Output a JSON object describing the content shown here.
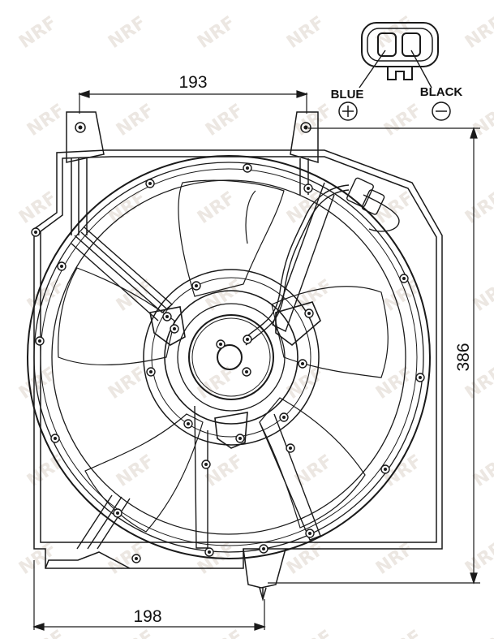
{
  "watermark": "NRF",
  "dimensions": {
    "top_width": "193",
    "bottom_width": "198",
    "height": "386"
  },
  "connector": {
    "positive_label": "BLUE",
    "negative_label": "BLACK",
    "positive_symbol": "+",
    "negative_symbol": "−"
  },
  "colors": {
    "line": "#1a1a1a",
    "watermark": "#ece7e2",
    "background": "#ffffff"
  }
}
